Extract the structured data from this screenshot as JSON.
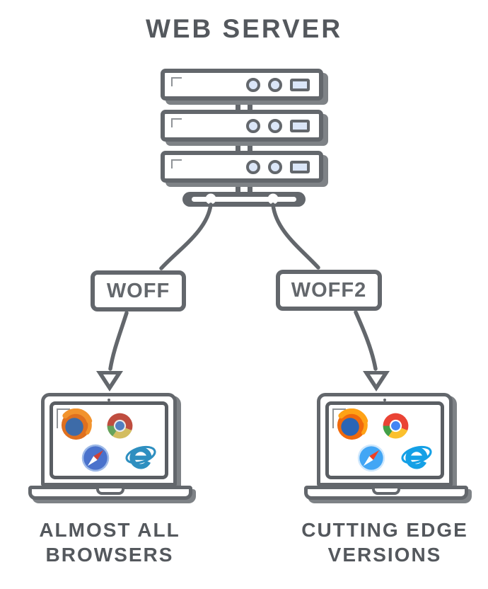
{
  "title": "WEB SERVER",
  "server_stack": {
    "unit_count": 3
  },
  "formats": {
    "left": "WOFF",
    "right": "WOFF2"
  },
  "clients": {
    "left": {
      "caption": [
        "ALMOST ALL",
        "BROWSERS"
      ],
      "browsers": [
        "firefox-icon",
        "chrome-icon",
        "safari-icon",
        "internet-explorer-icon"
      ]
    },
    "right": {
      "caption": [
        "CUTTING EDGE",
        "VERSIONS"
      ],
      "browsers": [
        "firefox-icon",
        "chrome-icon",
        "safari-icon",
        "internet-explorer-icon"
      ]
    }
  },
  "colors": {
    "ink": "#54585d",
    "line": "#63676c",
    "line_dark": "#5a5e63",
    "shadow": "#7e8286",
    "panel_blue": "#dbe6f8",
    "corner_mark": "#8f9397",
    "ff_orange_old": "#df701f",
    "ff_swoosh_old": "#f2932d",
    "ff_globe_old": "#3d6ba8",
    "ff_orange_new": "#f0690c",
    "ff_swoosh_new": "#ffa216",
    "ff_globe_new": "#2a65b5",
    "cr_red_old": "#bf4d3f",
    "cr_green_old": "#66a35b",
    "cr_yellow_old": "#d3bd60",
    "cr_blue_old": "#517fc2",
    "cr_ring_old": "#e9e9e9",
    "cr_red_new": "#ea4335",
    "cr_green_new": "#43a047",
    "cr_yellow_new": "#fbc02d",
    "cr_blue_new": "#4285f4",
    "cr_ring_new": "#ffffff",
    "sf_body_old": "#4a72cc",
    "sf_rim_old": "#9db9e8",
    "sf_needle_old": "#cf4237",
    "sf_body_new": "#42a6f5",
    "sf_rim_new": "#cfe8fd",
    "sf_needle_new": "#ef4023",
    "ie_old": "#2e8fc0",
    "ie_new": "#14a0e6"
  }
}
